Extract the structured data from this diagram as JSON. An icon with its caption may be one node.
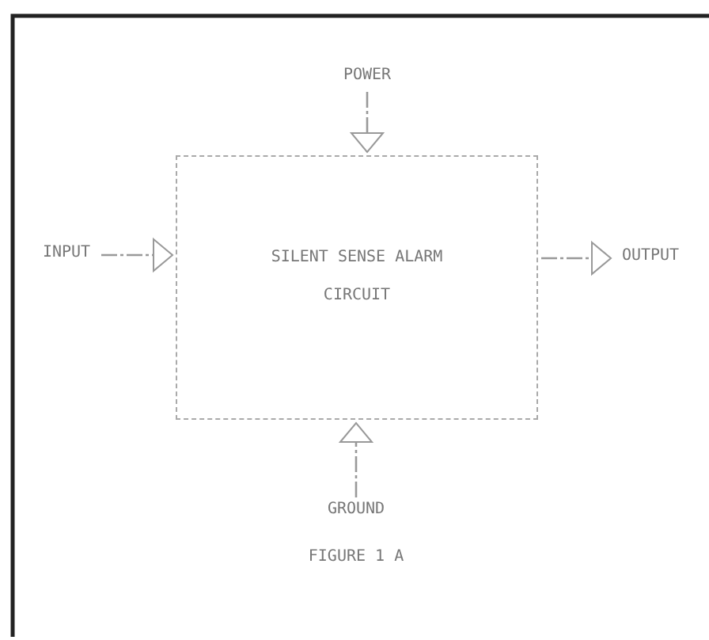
{
  "diagram": {
    "caption": "FIGURE 1 A",
    "nodes": [
      {
        "text": [
          "SILENT SENSE ALARM CIRCUIT"
        ]
      },
      {
        "text": [
          "INPUT"
        ]
      },
      {
        "text": [
          "POWER"
        ]
      },
      {
        "text": [
          "OUTPUT"
        ]
      },
      {
        "text": [
          "GROUND"
        ]
      }
    ],
    "edges": [
      {
        "from": 1,
        "to": 0,
        "arrow": "to"
      },
      {
        "from": 2,
        "to": 0,
        "arrow": "to"
      },
      {
        "from": 0,
        "to": 3,
        "arrow": "to"
      },
      {
        "from": 4,
        "to": 0,
        "arrow": "to"
      }
    ]
  }
}
